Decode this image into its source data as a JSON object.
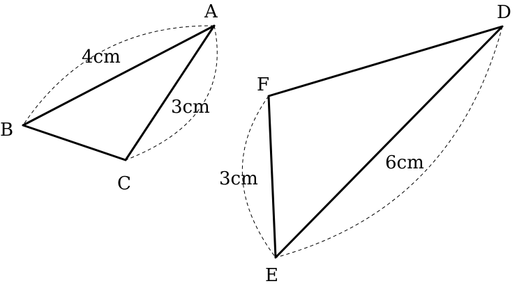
{
  "triangle_abc": {
    "vertices": {
      "a": "A",
      "b": "B",
      "c": "C"
    },
    "side_ab": "4cm",
    "side_ac": "3cm"
  },
  "triangle_def": {
    "vertices": {
      "d": "D",
      "e": "E",
      "f": "F"
    },
    "side_de": "6cm",
    "side_fe": "3cm"
  },
  "colors": {
    "stroke": "#000000",
    "background": "#ffffff"
  }
}
